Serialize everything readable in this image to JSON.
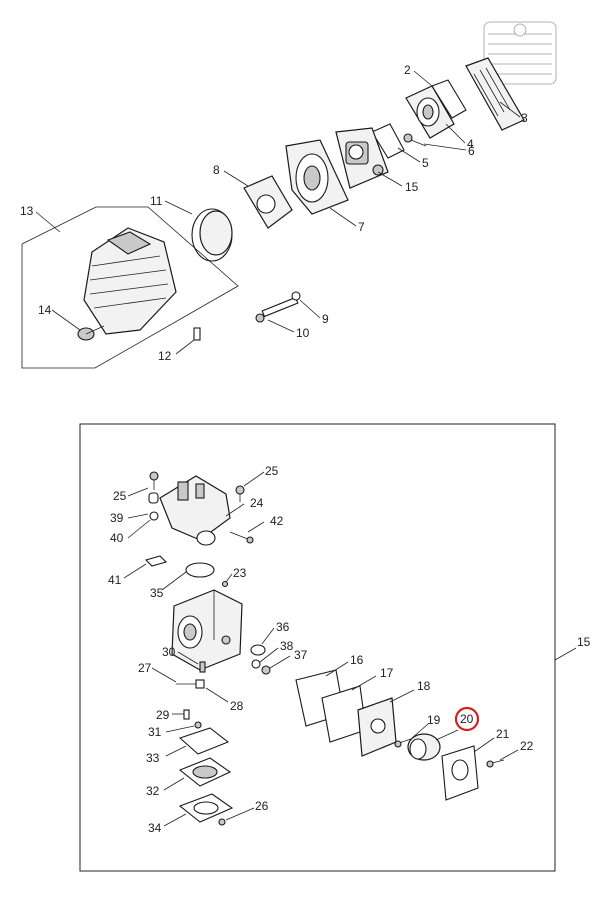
{
  "colors": {
    "line": "#1a1a1a",
    "highlight": "#d81e1e",
    "background": "#ffffff"
  },
  "highlighted_part": "20",
  "callouts": {
    "p2": "2",
    "p3": "3",
    "p4": "4",
    "p5": "5",
    "p6": "6",
    "p7": "7",
    "p8": "8",
    "p9": "9",
    "p10": "10",
    "p11": "11",
    "p12": "12",
    "p13": "13",
    "p14": "14",
    "p15_top": "15",
    "p15_detail": "15",
    "p16": "16",
    "p17": "17",
    "p18": "18",
    "p19": "19",
    "p20": "20",
    "p21": "21",
    "p22": "22",
    "p23": "23",
    "p24": "24",
    "p25_left": "25",
    "p25_right": "25",
    "p26": "26",
    "p27": "27",
    "p28": "28",
    "p29": "29",
    "p30": "30",
    "p31": "31",
    "p32": "32",
    "p33": "33",
    "p34": "34",
    "p35": "35",
    "p36": "36",
    "p37": "37",
    "p38": "38",
    "p39": "39",
    "p40": "40",
    "p41": "41",
    "p42": "42"
  }
}
